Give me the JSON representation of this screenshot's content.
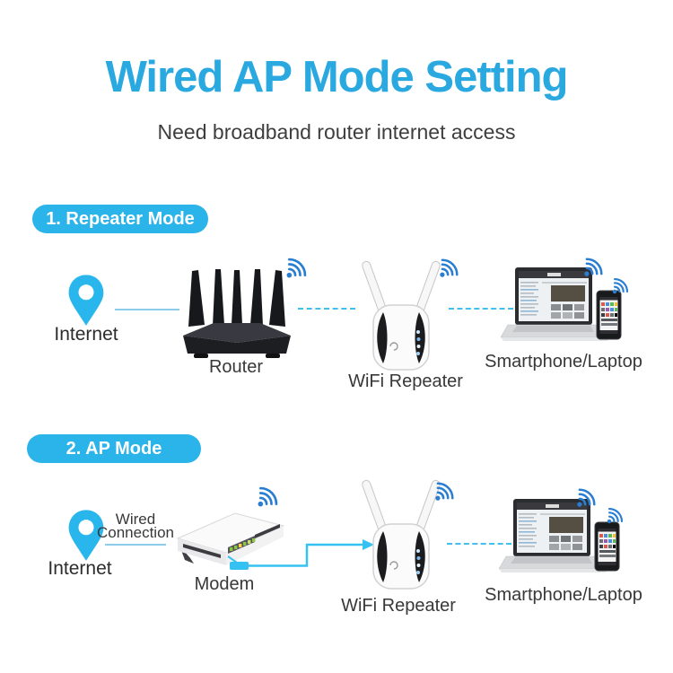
{
  "header": {
    "title": "Wired AP Mode Setting",
    "subtitle": "Need broadband router internet access"
  },
  "theme": {
    "accent_cyan": "#2bb4e9",
    "title_color": "#2aa8e0",
    "wifi_icon_blue": "#2a7ed2",
    "pin_cyan": "#29b6ec",
    "wire_cyan": "#35c2f2",
    "dashed_line_cyan": "#41c0ee",
    "solid_line_blue": "#8ccbe9",
    "label_color": "#383838"
  },
  "sections": [
    {
      "badge": "1. Repeater Mode",
      "labels": {
        "internet": "Internet",
        "device": "Router",
        "repeater": "WiFi Repeater",
        "clients": "Smartphone/Laptop"
      }
    },
    {
      "badge": "2. AP Mode",
      "labels": {
        "internet": "Internet",
        "connection_line1": "Wired",
        "connection_line2": "Connection",
        "device": "Modem",
        "repeater": "WiFi Repeater",
        "clients": "Smartphone/Laptop"
      }
    }
  ]
}
